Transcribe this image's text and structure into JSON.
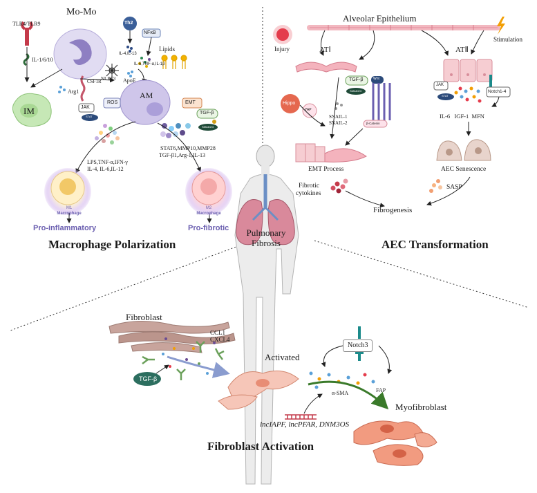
{
  "center": {
    "title_line1": "Pulmonary",
    "title_line2": "Fibrosis"
  },
  "macrophage": {
    "section_title": "Macrophage Polarization",
    "mo_mo": "Mo-Mo",
    "tlr": "TLR4/TLR9",
    "il_1_6_10": "IL-1/6/10",
    "csf1r": "CSF1R",
    "arg1": "Arg1",
    "im": "IM",
    "th2": "Th2",
    "th2_cytokines": "IL-4,IL-13",
    "nfkb": "NFκB",
    "lipids": "Lipids",
    "il_tnf": "IL-6,TNF-α,IL-1β",
    "nlrp3": "NLRP3",
    "apoe": "ApoE",
    "am": "AM",
    "jak": "JAK",
    "stat": "STAT",
    "ros": "ROS",
    "emt": "EMT",
    "tgfb": "TGF-β",
    "smad": "SMAD2/3",
    "m2_markers_1": "STAT6,MMP10,MMP28",
    "m2_markers_2": "TGF-β1,Arg-1,IL-13",
    "m1_markers_1": "LPS,TNF-α,IFN-γ",
    "m1_markers_2": "IL-4, IL-6,IL-12",
    "m1_title": "M1",
    "m1_sub": "Macrophage",
    "m2_title": "M2",
    "m2_sub": "Macrophage",
    "pro_inflammatory": "Pro-inflammatory",
    "pro_fibrotic": "Pro-fibrotic"
  },
  "aec": {
    "section_title": "AEC Transformation",
    "alveolar": "Alveolar Epithelium",
    "injury": "Injury",
    "at1": "ATⅠ",
    "at2": "ATⅡ",
    "stimulation": "Stimulation",
    "tgfb": "TGF-β",
    "smad": "SMAD2/3",
    "wnt": "Wnt",
    "hippo": "Hippo",
    "yap": "YAP",
    "snail1": "SNAIL-1",
    "snail2": "SNAIL-2",
    "beta_catenin": "β-Catenin",
    "jak": "JAK",
    "stat": "STAT",
    "notch": "Notch1-4",
    "factors": "IL-6   IGF-1  MFN",
    "emt_process": "EMT Process",
    "senescence": "AEC Senescence",
    "fibrotic_1": "Fibrotic",
    "fibrotic_2": "cytokines",
    "sasp": "SASP",
    "fibrogenesis": "Fibrogenesis"
  },
  "fibroblast": {
    "section_title": "Fibroblast Activation",
    "fibroblast": "Fibroblast",
    "ccl1": "CCL1",
    "cxcl4": "CXCL4",
    "tgfb": "TGF-β",
    "activated": "Activated",
    "notch3": "Notch3",
    "asma": "α-SMA",
    "fap": "FAP",
    "myofibroblast": "Myofibroblast",
    "lnc": "lncIAPF, lncPFAR, DNM3OS"
  },
  "colors": {
    "purple_text": "#6b5fb0",
    "membrane": "#f2b8c0",
    "arrow_green": "#3a7a2a",
    "fibro": "#f2a58e"
  }
}
